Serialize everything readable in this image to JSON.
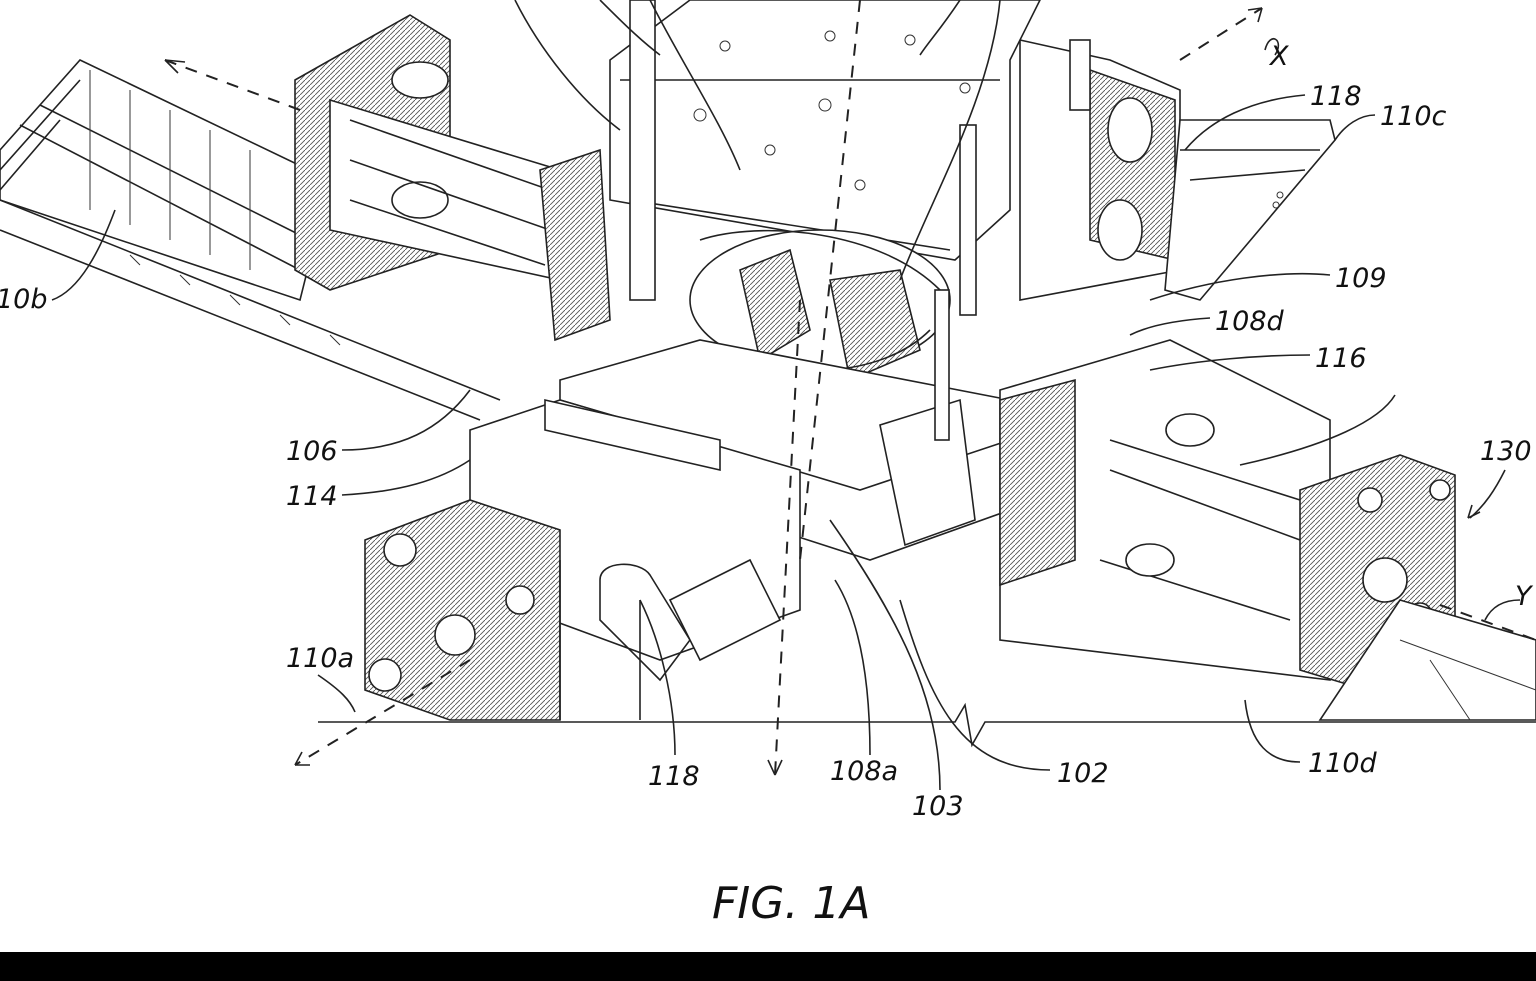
{
  "figure": {
    "caption": "FIG. 1A",
    "labels": {
      "l110b": "10b",
      "l106": "106",
      "l114": "114",
      "l110a": "110a",
      "l118_bottom": "118",
      "l108a": "108a",
      "l103": "103",
      "l102": "102",
      "l110d": "110d",
      "l118_top": "118",
      "l110c": "110c",
      "l109": "109",
      "l108d": "108d",
      "l116": "116",
      "l130": "130",
      "axis_x": "X",
      "axis_y": "Y"
    }
  },
  "colors": {
    "background": "#ffffff",
    "ink": "#222222",
    "frame": "#000000"
  }
}
